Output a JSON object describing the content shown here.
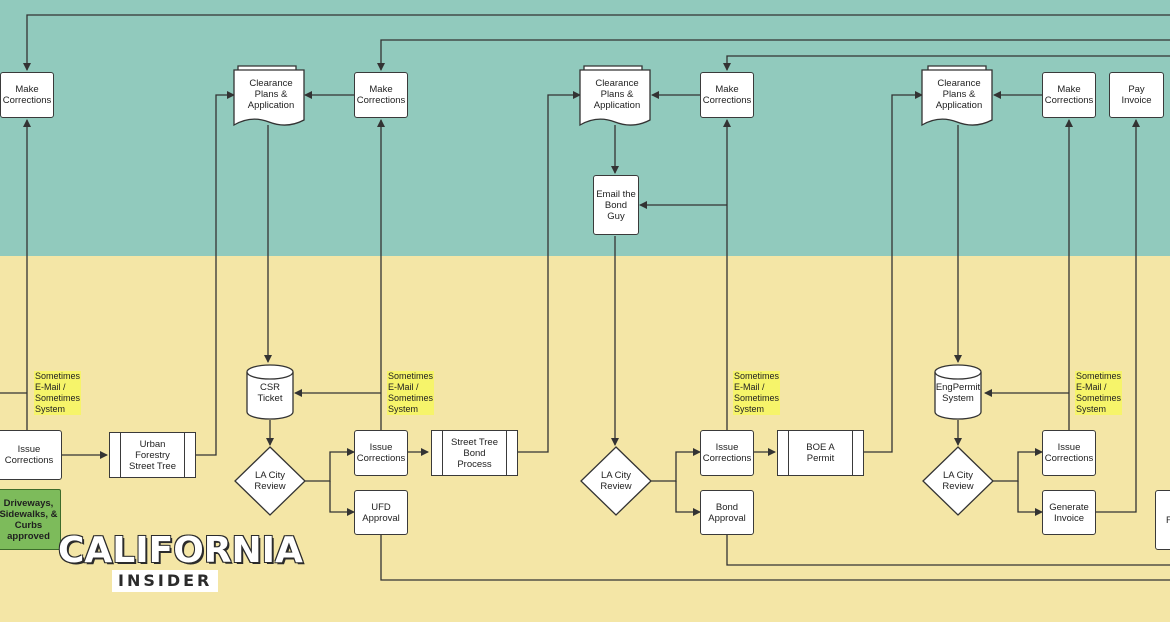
{
  "lanes": {
    "top_color": "#91cabd",
    "bottom_color": "#f4e6a6"
  },
  "nodes": {
    "make_corrections_1": "Make\nCorrections",
    "issue_corrections_1": "Issue\nCorrections",
    "driveways_approved": "Driveways,\nSidewalks, &\nCurbs\napproved",
    "urban_forestry": "Urban\nForestry\nStreet Tree",
    "clearance_1": "Clearance\nPlans &\nApplication",
    "csr_ticket": "CSR Ticket",
    "la_city_review_1": "LA City\nReview",
    "make_corrections_2": "Make\nCorrections",
    "issue_corrections_2": "Issue\nCorrections",
    "ufd_approval": "UFD\nApproval",
    "street_tree_bond": "Street Tree\nBond\nProcess",
    "clearance_2": "Clearance\nPlans &\nApplication",
    "email_bond_guy": "Email the\nBond Guy",
    "la_city_review_2": "LA City\nReview",
    "make_corrections_3": "Make\nCorrections",
    "issue_corrections_3": "Issue\nCorrections",
    "bond_approval": "Bond\nApproval",
    "boe_a_permit": "BOE A\nPermit",
    "clearance_3": "Clearance\nPlans &\nApplication",
    "engpermit_system": "EngPermit\nSystem",
    "la_city_review_3": "LA City\nReview",
    "make_corrections_4": "Make\nCorrections",
    "issue_corrections_4": "Issue\nCorrections",
    "generate_invoice": "Generate\nInvoice",
    "pay_invoice": "Pay Invoice",
    "partial_box": "F"
  },
  "notes": {
    "note_1": "Sometimes\nE-Mail /\nSometimes\nSystem",
    "note_2": "Sometimes\nE-Mail /\nSometimes\nSystem",
    "note_3": "Sometimes\nE-Mail /\nSometimes\nSystem",
    "note_4": "Sometimes\nE-Mail /\nSometimes\nSystem"
  },
  "logo": {
    "main": "CALIFORNIA",
    "sub": "INSIDER"
  },
  "colors": {
    "note": "#f6f46a",
    "approved": "#7dbb5b",
    "line": "#333333"
  }
}
